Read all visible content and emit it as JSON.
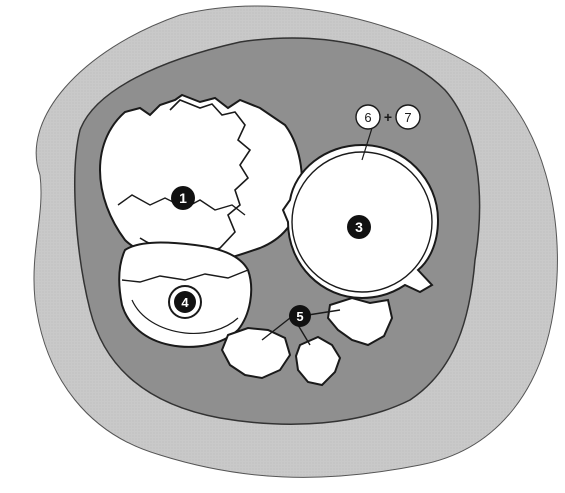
{
  "colors": {
    "outer_region": "#c9c9c9",
    "inner_region": "#8f8f8f",
    "fragment_fill": "#ffffff",
    "outline": "#1a1a1a",
    "badge_fill": "#111111",
    "badge_text": "#ffffff",
    "ring_badge_fill": "#ffffff"
  },
  "labels": {
    "l1": "1",
    "l3": "3",
    "l4": "4",
    "l5": "5",
    "l6": "6",
    "plus": "+",
    "l7": "7"
  }
}
